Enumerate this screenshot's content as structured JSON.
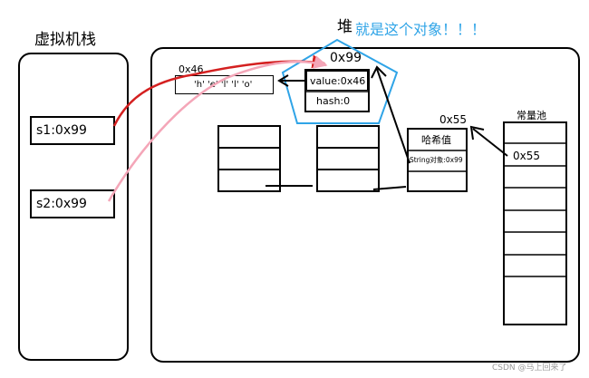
{
  "stack": {
    "title": "虚拟机栈",
    "vars": [
      "s1:0x99",
      "s2:0x99"
    ]
  },
  "heap": {
    "title": "堆",
    "callout": "就是这个对象！！！",
    "char_array": {
      "address": "0x46",
      "content": "'h' 'e' 'l' 'l' 'o'"
    },
    "string_object": {
      "address": "0x99",
      "value_field": "value:0x46",
      "hash_field": "hash:0"
    },
    "hash_table": {
      "address": "0x55",
      "header": "哈希值",
      "entry": "String对象:0x99"
    },
    "string_pool": {
      "title": "常量池",
      "entry": "0x55"
    }
  },
  "watermark": "CSDN @马上回来了",
  "colors": {
    "pointer_red": "#d42020",
    "pointer_pink": "#f4a6b8",
    "highlight_blue": "#2fa4e7"
  }
}
